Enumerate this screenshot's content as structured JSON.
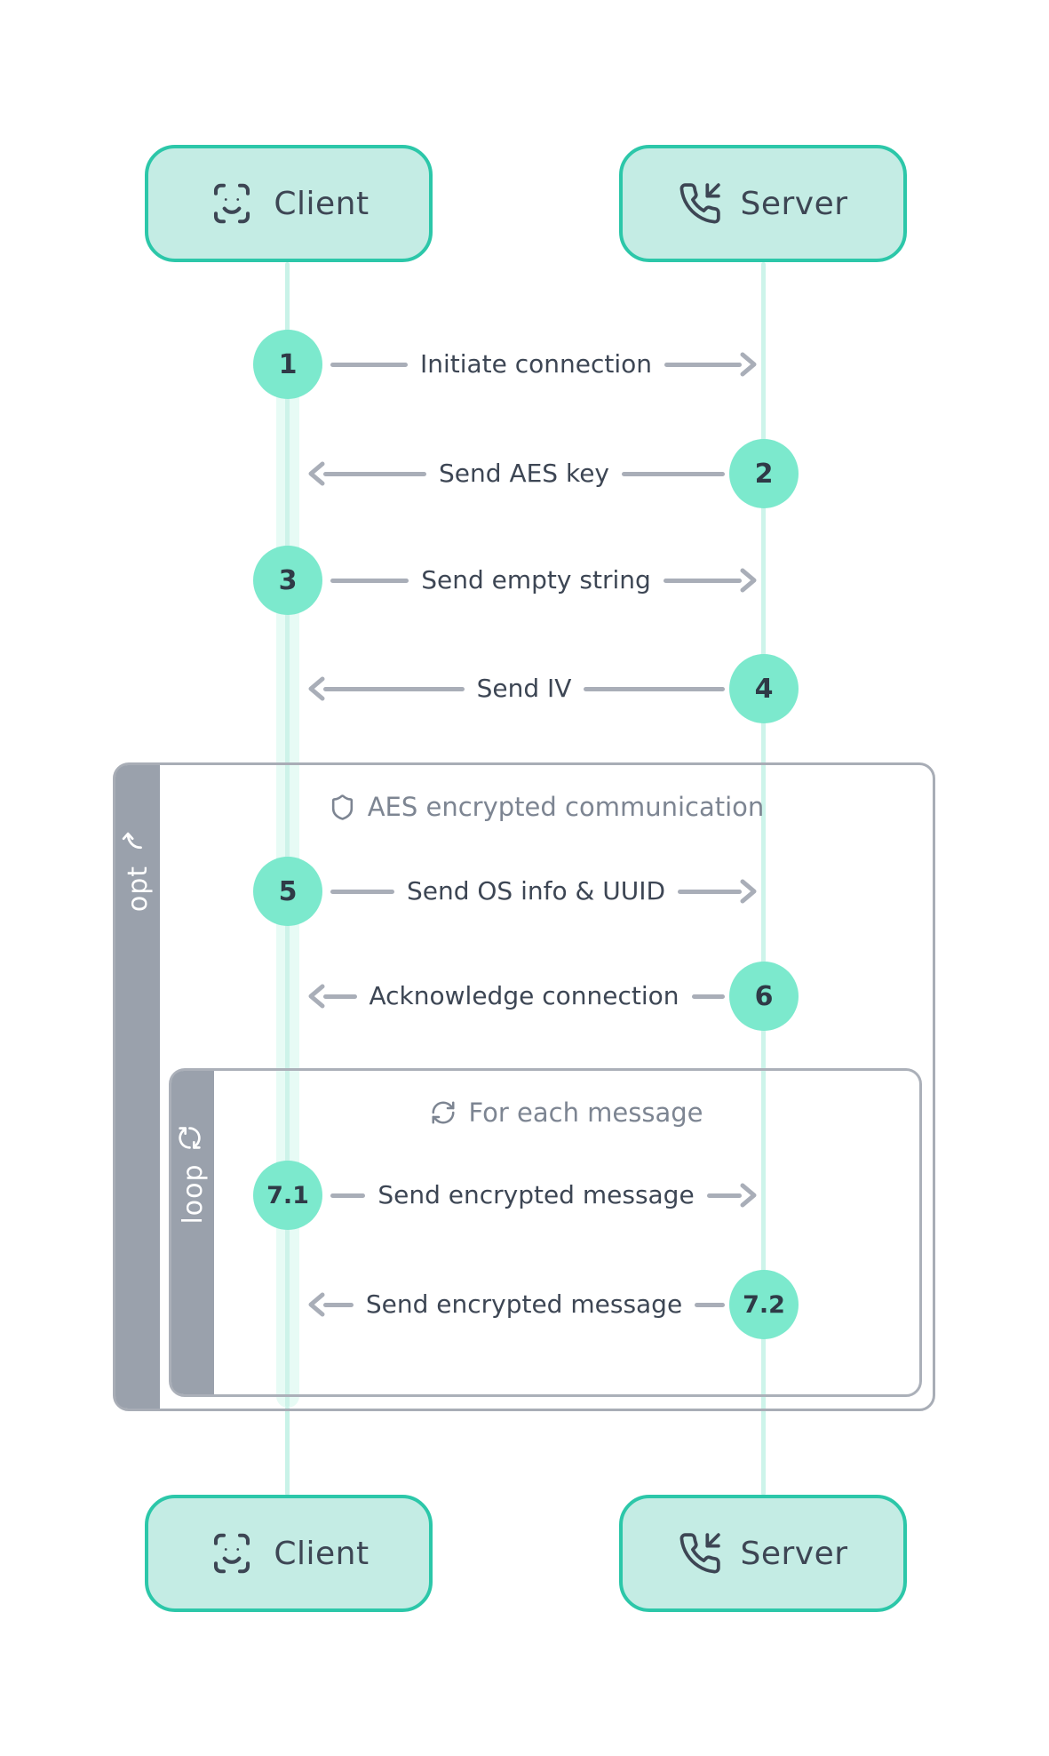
{
  "diagram": {
    "type": "sequence-diagram",
    "participants": [
      {
        "id": "client",
        "label": "Client",
        "icon": "face-scan-icon"
      },
      {
        "id": "server",
        "label": "Server",
        "icon": "phone-incoming-icon"
      }
    ],
    "messages": [
      {
        "number": "1",
        "label": "Initiate connection",
        "from": "client",
        "to": "server"
      },
      {
        "number": "2",
        "label": "Send AES key",
        "from": "server",
        "to": "client"
      },
      {
        "number": "3",
        "label": "Send empty string",
        "from": "client",
        "to": "server"
      },
      {
        "number": "4",
        "label": "Send IV",
        "from": "server",
        "to": "client"
      },
      {
        "number": "5",
        "label": "Send OS info & UUID",
        "from": "client",
        "to": "server"
      },
      {
        "number": "6",
        "label": "Acknowledge connection",
        "from": "server",
        "to": "client"
      },
      {
        "number": "7.1",
        "label": "Send encrypted message",
        "from": "client",
        "to": "server"
      },
      {
        "number": "7.2",
        "label": "Send encrypted message",
        "from": "server",
        "to": "client"
      }
    ],
    "frames": [
      {
        "kind": "opt",
        "tab_label": "opt",
        "tab_icon": "curved-arrow-icon",
        "title": "AES encrypted communication",
        "title_icon": "shield-icon"
      },
      {
        "kind": "loop",
        "tab_label": "loop",
        "tab_icon": "refresh-icon",
        "title": "For each message",
        "title_icon": "refresh-icon"
      }
    ],
    "colors": {
      "participant_fill": "#c4ece4",
      "participant_border": "#2cc7a9",
      "number_circle": "#7ce9cd",
      "lifeline": "#c9f2e8",
      "activation_band": "#e7fbf5",
      "arrow_gray": "#a9aeb8",
      "frame_border": "#a8adb6",
      "frame_tab": "#9aa1ac",
      "frame_title_text": "#7d8592",
      "message_text": "#3d4654"
    }
  }
}
